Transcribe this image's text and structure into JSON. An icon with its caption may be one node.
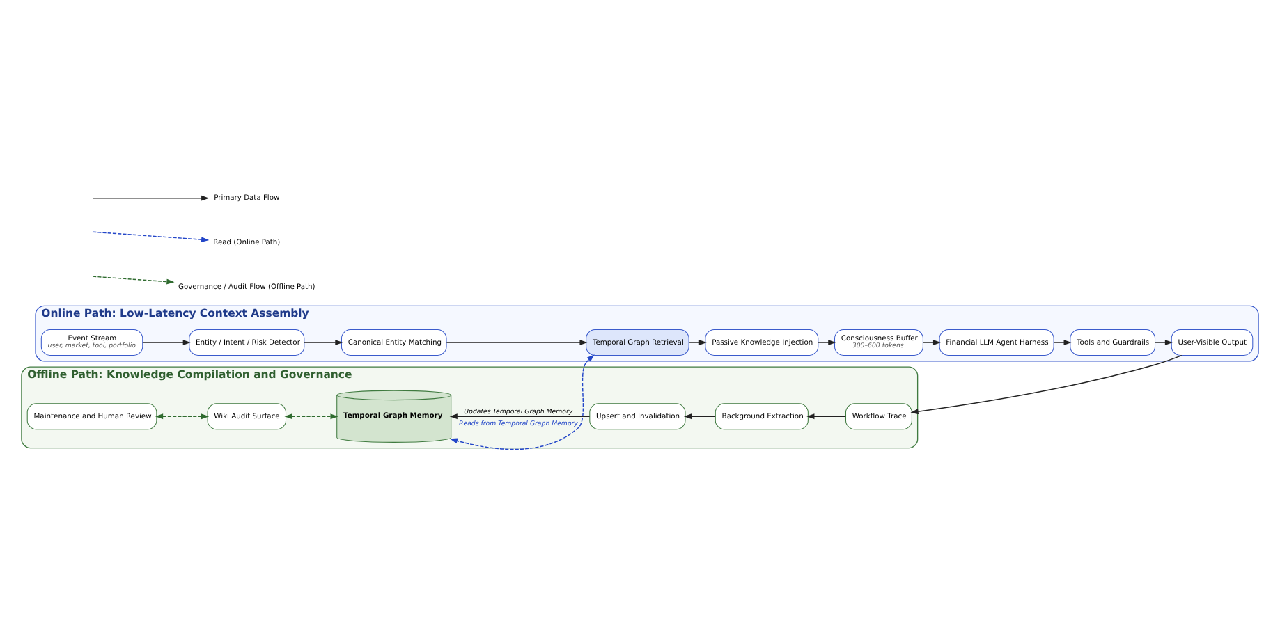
{
  "diagram": {
    "nodes": [
      {
        "text": [
          "Online Path: Low-Latency Context Assembly"
        ]
      },
      {
        "text": [
          "Event Stream",
          "user, market, tool, portfolio"
        ],
        "in": 0
      },
      {
        "text": [
          "Entity / Intent / Risk Detector"
        ],
        "in": 0
      },
      {
        "text": [
          "Canonical Entity Matching"
        ],
        "in": 0
      },
      {
        "text": [
          "Temporal Graph Retrieval"
        ],
        "in": 0
      },
      {
        "text": [
          "Passive Knowledge Injection"
        ],
        "in": 0
      },
      {
        "text": [
          "Consciousness Buffer",
          "300–600 tokens"
        ],
        "in": 0
      },
      {
        "text": [
          "Financial LLM Agent Harness"
        ],
        "in": 0
      },
      {
        "text": [
          "Tools and Guardrails"
        ],
        "in": 0
      },
      {
        "text": [
          "User-Visible Output"
        ],
        "in": 0
      },
      {
        "text": [
          "Offline Path: Knowledge Compilation and Governance"
        ]
      },
      {
        "text": [
          "Maintenance and Human Review"
        ],
        "in": 10
      },
      {
        "text": [
          "Wiki Audit Surface"
        ],
        "in": 10
      },
      {
        "text": [
          "Temporal Graph Memory"
        ],
        "in": 10
      },
      {
        "text": [
          "Upsert and Invalidation"
        ],
        "in": 10
      },
      {
        "text": [
          "Background Extraction"
        ],
        "in": 10
      },
      {
        "text": [
          "Workflow Trace"
        ],
        "in": 10
      }
    ],
    "edges": [
      {
        "from": 1,
        "to": 2,
        "arrow": "to"
      },
      {
        "from": 2,
        "to": 3,
        "arrow": "to"
      },
      {
        "from": 3,
        "to": 4,
        "arrow": "to"
      },
      {
        "from": 4,
        "to": 5,
        "arrow": "to"
      },
      {
        "from": 5,
        "to": 6,
        "arrow": "to"
      },
      {
        "from": 6,
        "to": 7,
        "arrow": "to"
      },
      {
        "from": 7,
        "to": 8,
        "arrow": "to"
      },
      {
        "from": 8,
        "to": 9,
        "arrow": "to"
      },
      {
        "from": 9,
        "to": 16,
        "arrow": "to"
      },
      {
        "from": 16,
        "to": 15,
        "arrow": "to"
      },
      {
        "from": 15,
        "to": 14,
        "arrow": "to"
      },
      {
        "from": 14,
        "to": 13,
        "arrow": "to",
        "label": "Updates Temporal Graph Memory"
      },
      {
        "from": 4,
        "to": 13,
        "arrow": "both",
        "style": "dashed",
        "color": "#2346c8",
        "label": "Reads from Temporal Graph Memory"
      },
      {
        "from": 11,
        "to": 12,
        "arrow": "both",
        "style": "dashed",
        "color": "#2f6b2f"
      },
      {
        "from": 12,
        "to": 13,
        "arrow": "both",
        "style": "dashed",
        "color": "#2f6b2f"
      }
    ],
    "legend": [
      {
        "text": "Primary Data Flow"
      },
      {
        "text": "Read (Online Path)"
      },
      {
        "text": "Governance / Audit Flow (Offline Path)"
      }
    ]
  }
}
